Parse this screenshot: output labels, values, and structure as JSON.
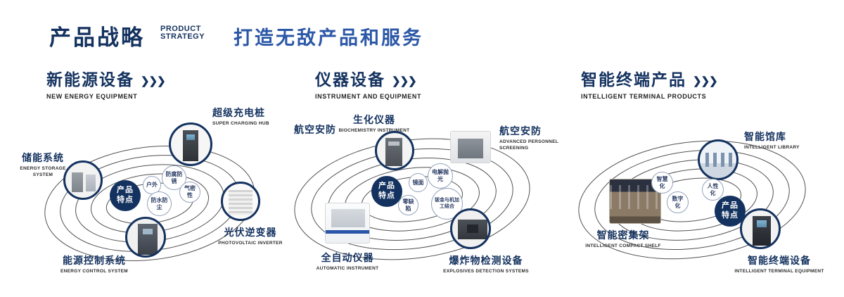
{
  "header": {
    "title_cn": "产品战略",
    "title_en_1": "PRODUCT",
    "title_en_2": "STRATEGY",
    "tagline": "打造无敌产品和服务"
  },
  "ui": {
    "chevrons": "❯❯❯"
  },
  "colors": {
    "navy": "#14325f",
    "blue": "#2b57a7",
    "orbit_stroke": "#3f3f3f"
  },
  "sections": [
    {
      "title_cn": "新能源设备",
      "title_en": "NEW ENERGY EQUIPMENT",
      "center_label": "产品特点",
      "features": [
        "户外",
        "防腐防锈",
        "气密性",
        "防水防尘"
      ],
      "products": [
        {
          "cn": "储能系统",
          "en": "ENERGY STORAGE SYSTEM"
        },
        {
          "cn": "超级充电桩",
          "en": "SUPER CHARGING HUB"
        },
        {
          "cn": "光伏逆变器",
          "en": "PHOTOVOLTAIC INVERTER"
        },
        {
          "cn": "能源控制系统",
          "en": "ENERGY CONTROL SYSTEM"
        }
      ]
    },
    {
      "title_cn": "仪器设备",
      "title_en": "INSTRUMENT AND EQUIPMENT",
      "center_label": "产品特点",
      "side_label": "航空安防",
      "features": [
        "镜面",
        "电解抛光",
        "零缺陷",
        "钣金与机加工结合"
      ],
      "products": [
        {
          "cn": "生化仪器",
          "en": "BIOCHEMISTRY INSTRUMENT"
        },
        {
          "cn": "航空安防",
          "en": "ADVANCED PERSONNEL SCREENING"
        },
        {
          "cn": "全自动仪器",
          "en": "AUTOMATIC INSTRUMENT"
        },
        {
          "cn": "爆炸物检测设备",
          "en": "EXPLOSIVES DETECTION SYSTEMS"
        }
      ]
    },
    {
      "title_cn": "智能终端产品",
      "title_en": "INTELLIGENT TERMINAL PRODUCTS",
      "center_label": "产品特点",
      "features": [
        "智慧化",
        "人性化",
        "数字化"
      ],
      "products": [
        {
          "cn": "智能馆库",
          "en": "INTELLIGENT LIBRARY"
        },
        {
          "cn": "智能密集架",
          "en": "INTELLIGENT COMPACT SHELF"
        },
        {
          "cn": "智能终端设备",
          "en": "INTELLIGENT TERMINAL EQUIPMENT"
        }
      ]
    }
  ]
}
